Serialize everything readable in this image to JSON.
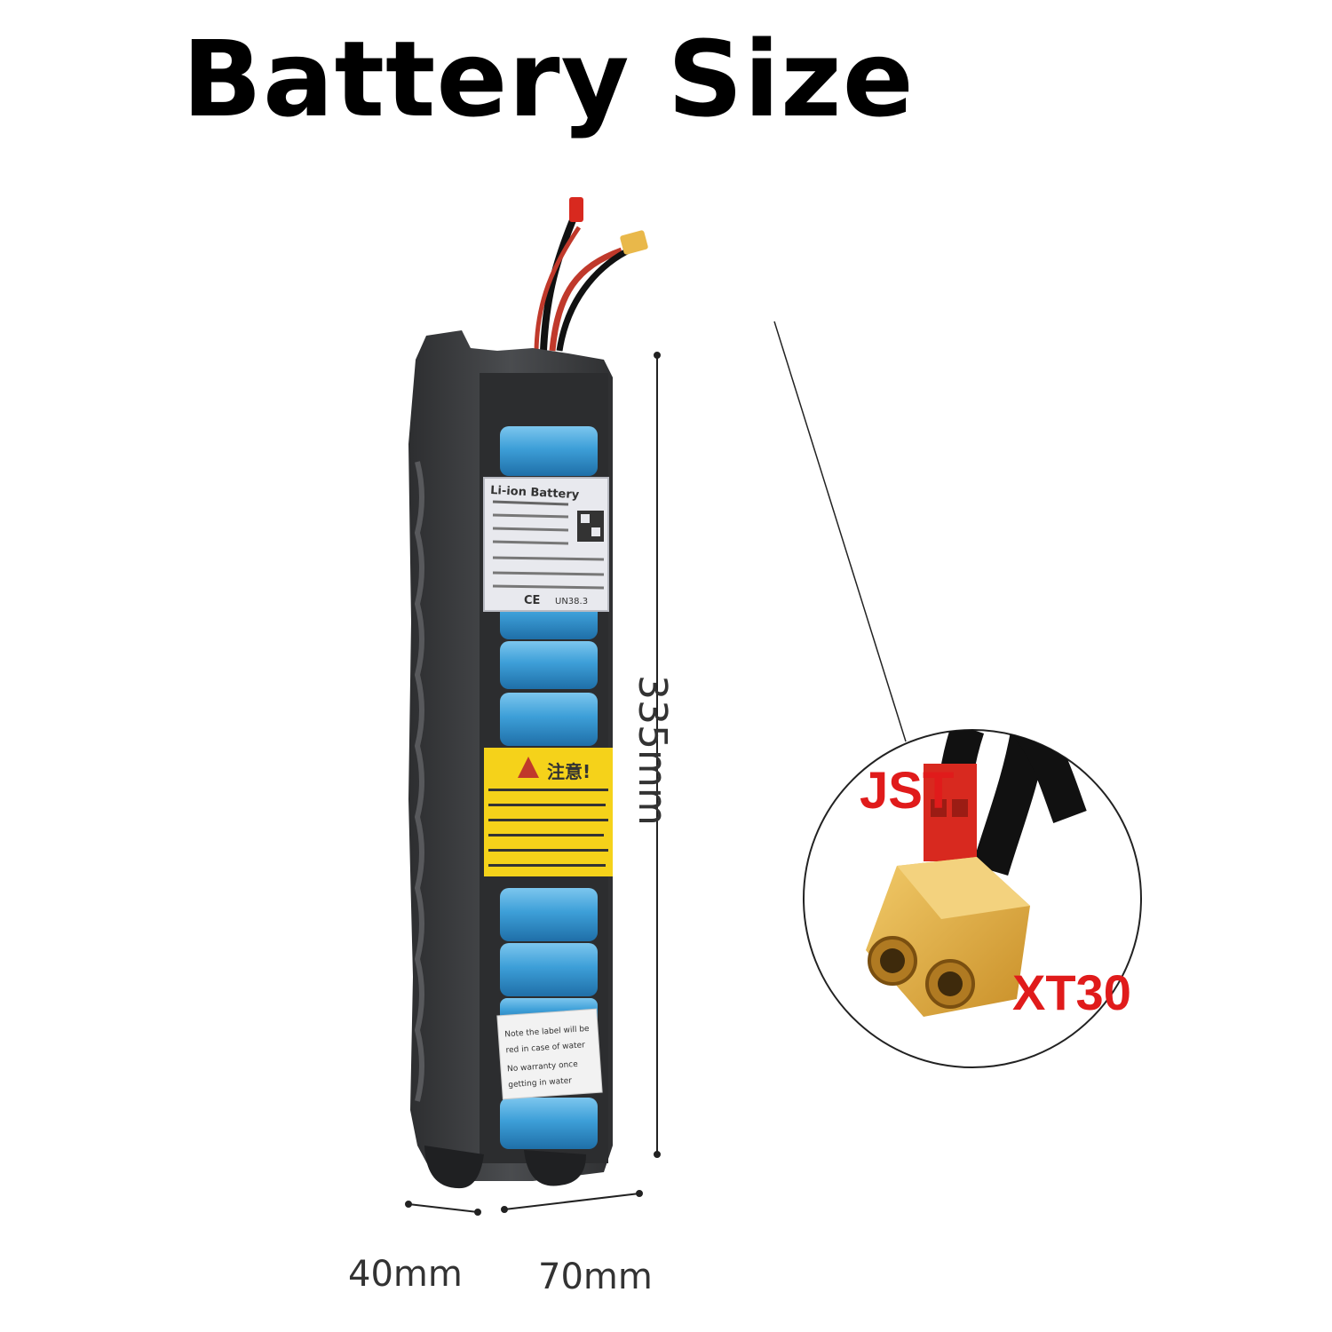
{
  "title": "Battery Size",
  "dimensions": {
    "length": "335mm",
    "depth": "40mm",
    "width": "70mm"
  },
  "battery_label": {
    "header": "Li-ion Battery",
    "note_lines": [
      "Note the label will be",
      "red in case of water",
      "No warranty once",
      "getting in water"
    ],
    "warning_title": "注意!",
    "marks": [
      "CE",
      "UN38.3"
    ]
  },
  "connectors": {
    "jst": "JST",
    "xt30": "XT30"
  },
  "colors": {
    "cell_blue": "#3d9fd8",
    "casing": "#3c3d3f",
    "warning_yellow": "#f5d21a",
    "connector_yellow": "#e9b84a",
    "jst_red": "#d8291f",
    "label_red": "#e01b1b"
  }
}
